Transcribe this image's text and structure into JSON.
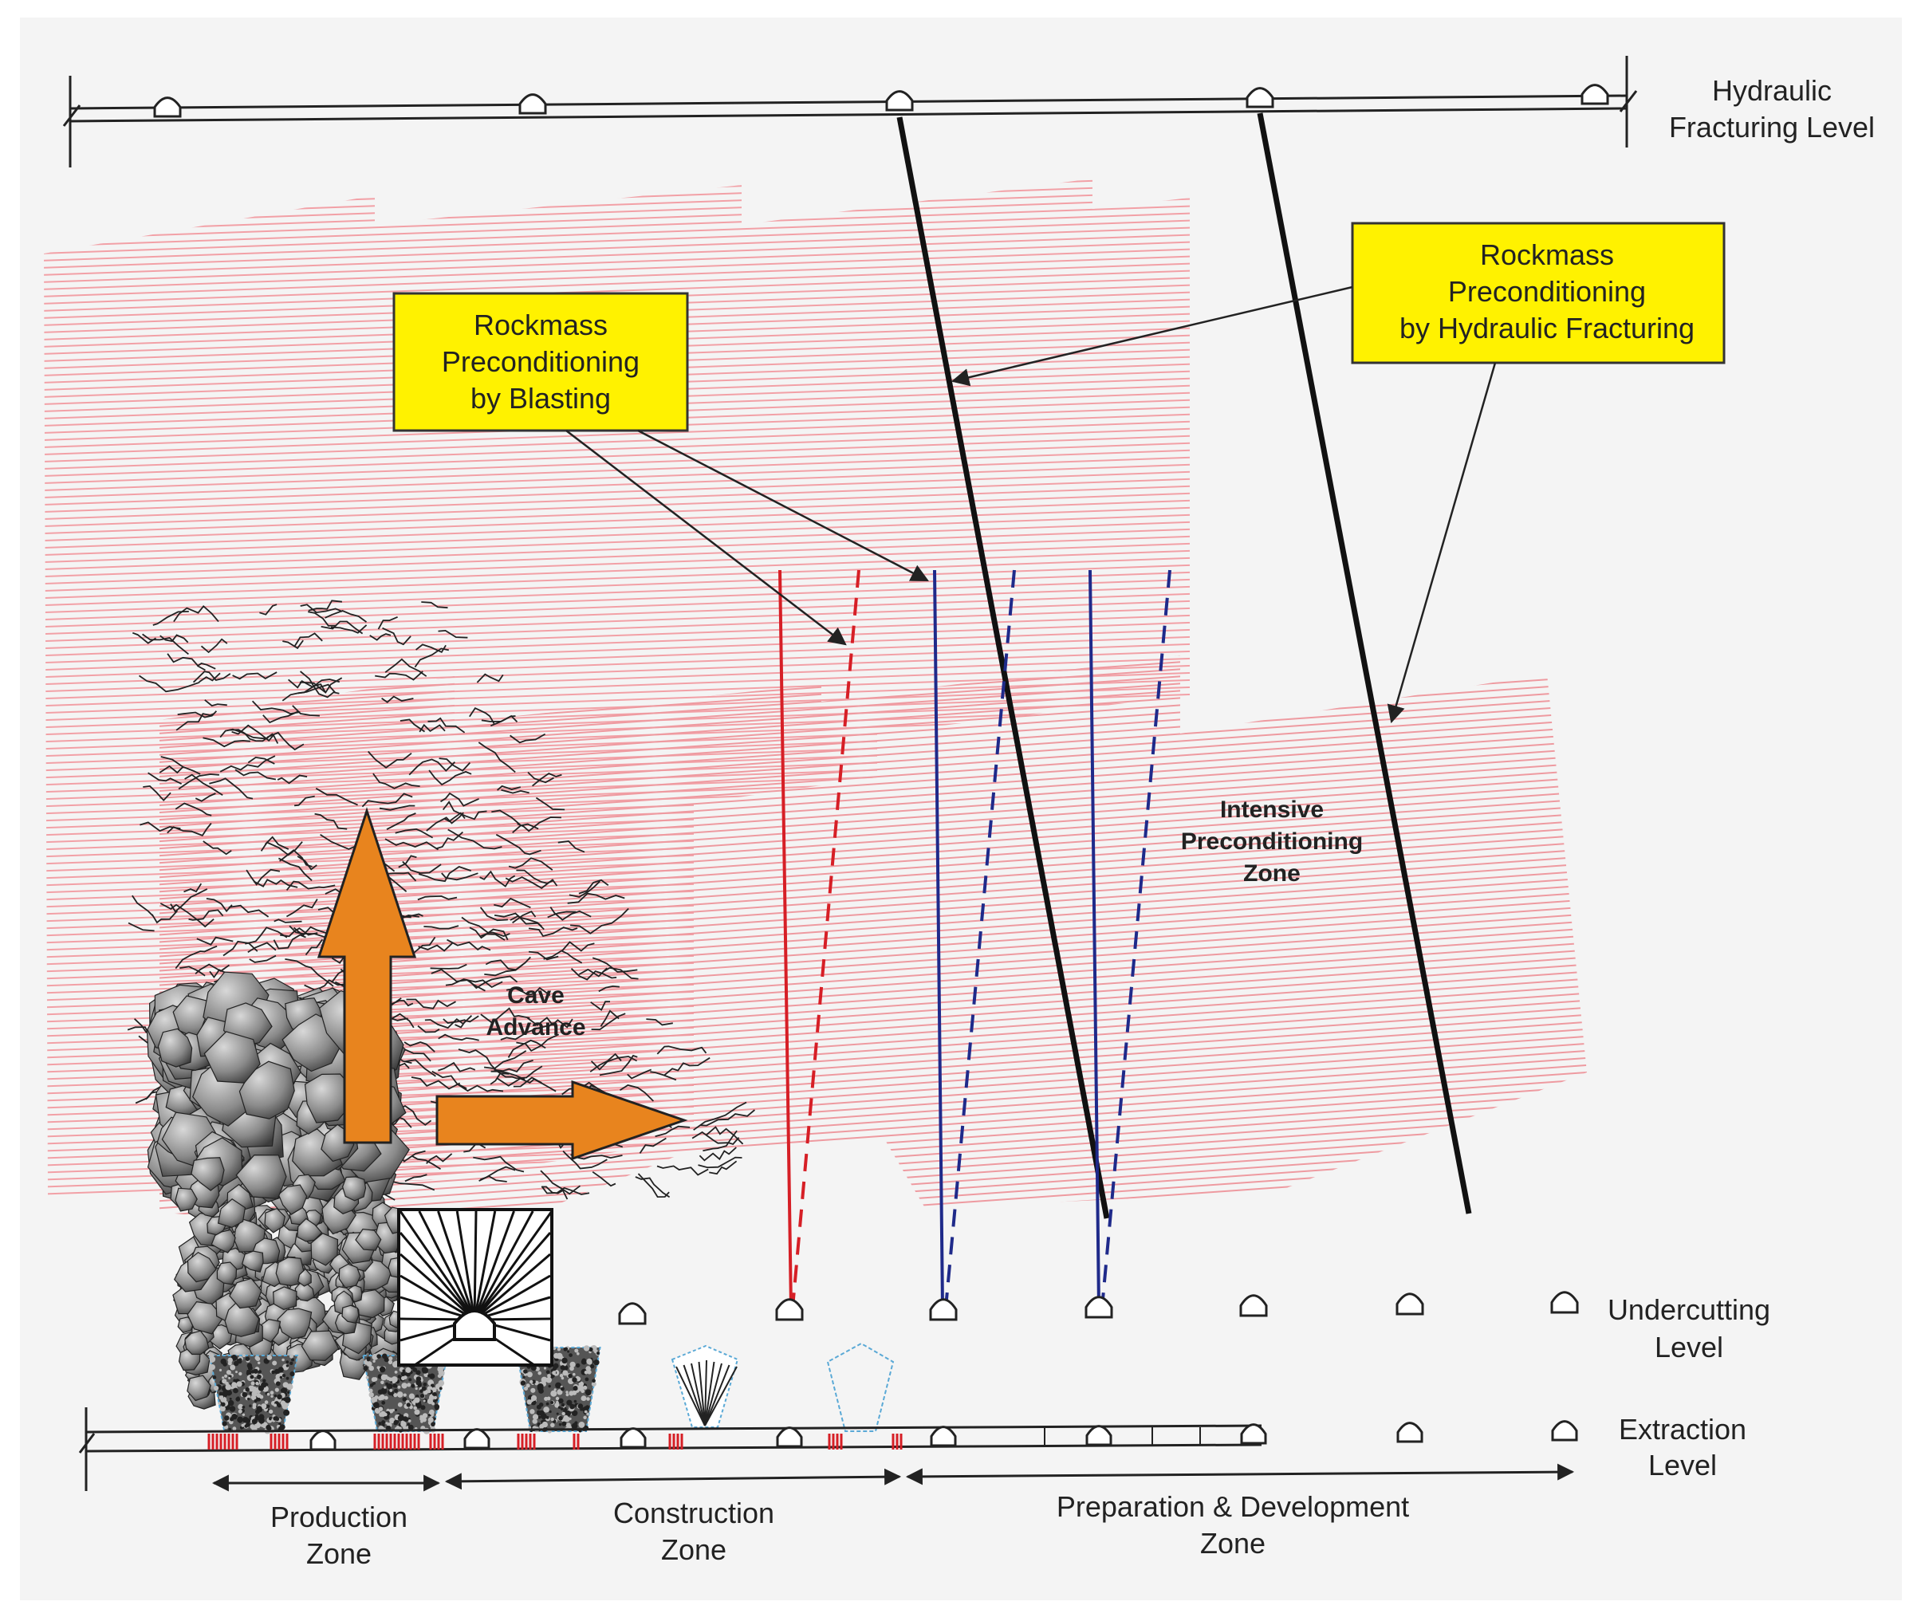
{
  "colors": {
    "background": "#f4f4f4",
    "hatch": "#f2a0a6",
    "callout_fill": "#fff200",
    "callout_border": "#333333",
    "arrow_fill": "#e8841e",
    "blasting_hole": "#d61f26",
    "hydrofrac_hole": "#1f2a8a",
    "fault": "#111111",
    "drawbell": "#5aa9d6"
  },
  "levels": {
    "hydraulic": [
      "Hydraulic",
      "Fracturing Level"
    ],
    "undercutting": [
      "Undercutting",
      "Level"
    ],
    "extraction": [
      "Extraction",
      "Level"
    ]
  },
  "zones": {
    "production": [
      "Production",
      "Zone"
    ],
    "construction": [
      "Construction",
      "Zone"
    ],
    "preparation": [
      "Preparation & Development",
      "Zone"
    ]
  },
  "callouts": {
    "blasting": [
      "Rockmass",
      "Preconditioning",
      "by Blasting"
    ],
    "hydraulic": [
      "Rockmass",
      "Preconditioning",
      "by Hydraulic Fracturing"
    ]
  },
  "intensive": [
    "Intensive",
    "Preconditioning",
    "Zone"
  ],
  "cave_advance": [
    "Cave",
    "Advance"
  ],
  "icons": [
    "drift-arch-icon",
    "up-arrow-icon",
    "right-arrow-icon"
  ]
}
